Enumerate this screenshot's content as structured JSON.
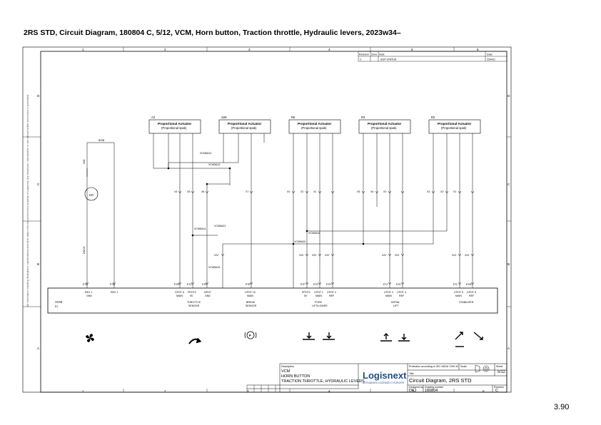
{
  "page": {
    "title": "2RS STD, Circuit Diagram, 180804 C, 5/12, VCM, Horn button, Traction throttle, Hydraulic levers, 2023w34–",
    "page_number": "3.90"
  },
  "frame": {
    "columns_top": [
      "1",
      "2",
      "3",
      "4",
      "5",
      "6"
    ],
    "columns_bottom": [
      "1",
      "2",
      "3",
      "4",
      "5",
      "6"
    ],
    "rows": [
      "D",
      "C",
      "B",
      "A"
    ]
  },
  "revision_table": {
    "headers": [
      "Revision",
      "Zone",
      "Note",
      "Date"
    ],
    "row": [
      "C",
      "",
      "SOP STATUS",
      "230421"
    ]
  },
  "actuators": [
    {
      "ref": "A2",
      "title": "Proportional Actuator",
      "subtitle": "(Proportional spak)"
    },
    {
      "ref": "S28",
      "title": "Proportional Actuator",
      "subtitle": "(Proportional spak)"
    },
    {
      "ref": "R6",
      "title": "Proportional Actuator",
      "subtitle": "(Proportional spak)"
    },
    {
      "ref": "R3",
      "title": "Proportional Actuator",
      "subtitle": "(Proportional spak)"
    },
    {
      "ref": "R2",
      "title": "Proportional Actuator",
      "subtitle": "(Proportional spak)"
    }
  ],
  "nets": {
    "vcm_a": "VCM5A12",
    "vcm_b": "VCM5A13",
    "vcm_c": "VCM5A14",
    "vcm_d": "VCM5A15",
    "vcm_e": "VCM5A16",
    "vcm_f": "VCM5A20",
    "vcm_g": "VCM5A21",
    "vcm_h": "VCM5A22",
    "wire_top": "B/SB"
  },
  "horn": {
    "label": "H0",
    "switch": "S28",
    "wire": "B/SB",
    "lower": "DN/V1"
  },
  "connectors": {
    "x_labels": [
      "X4",
      "X5",
      "X6",
      "X7",
      "X3",
      "X2",
      "X1",
      "X5",
      "X4",
      "X3",
      "X2",
      "X1",
      "X3",
      "X2",
      "X1"
    ],
    "x22_labels": [
      "X22",
      "X22",
      "X22",
      "X22",
      "X22",
      "X22",
      "X22",
      "X22",
      "X22"
    ]
  },
  "vcm": {
    "name": "VCM",
    "sub": "E1",
    "pins": [
      {
        "id": "E7A",
        "name": "REV 1",
        "func": "GND"
      },
      {
        "id": "E7A",
        "name": "REV 1",
        "func": ""
      },
      {
        "id": "E7B",
        "name": "CPOT 5",
        "func": "MAIN"
      },
      {
        "id": "E7C",
        "name": "PPOT2",
        "func": "5V"
      },
      {
        "id": "E7D",
        "name": "NPOT",
        "func": "GND"
      },
      {
        "id": "E7E",
        "name": "CPOT 10",
        "func": "MAIN"
      },
      {
        "id": "E7F",
        "name": "PPOT2",
        "func": "5V"
      },
      {
        "id": "E7G",
        "name": "CPOT 1",
        "func": "MAIN"
      },
      {
        "id": "E7H",
        "name": "CPOT 2",
        "func": "REF"
      },
      {
        "id": "E7J",
        "name": "CPOT 3",
        "func": "MAIN"
      },
      {
        "id": "E7K",
        "name": "CPOT 4",
        "func": "REF"
      },
      {
        "id": "E7L",
        "name": "CPOT 5",
        "func": "MAIN"
      },
      {
        "id": "E7M",
        "name": "CPOT 6",
        "func": "REF"
      }
    ],
    "groups": [
      {
        "line1": "THROTTLE",
        "line2": "SENSOR"
      },
      {
        "line1": "BREAK",
        "line2": "SENSOR"
      },
      {
        "line1": "FORK",
        "line2": "LIFT/LOWER"
      },
      {
        "line1": "INITIAL",
        "line2": "LIFT"
      },
      {
        "line1": "STABILIZER",
        "line2": ""
      }
    ]
  },
  "side_note": "All information including illustrations, specifications and other data in this document is the property of Logisnext. Any disclosure, reproduction or use without written permission is prohibited.",
  "title_block": {
    "desc_label": "Description",
    "description": [
      "VCM",
      "HORN BUTTON",
      "TRACTION THROTTLE, HYDRAULIC LEVERS"
    ],
    "company": "Logisnext",
    "company_tag": "MITSUBISHI LOGISNEXT EUROPE",
    "protection_note": "Protection according to ISO 16016 / DIN 34",
    "title_label": "Title",
    "title": "Circuit Diagram, 2RS STD",
    "scale_label": "Scale",
    "sheet_label": "Sheet",
    "sheet": "5/12",
    "designer_label": "Designed by",
    "designer": "DKJ",
    "drawing_label": "Drawing number",
    "drawing_number": "180804",
    "revision_label": "Revision",
    "revision": "C"
  },
  "icons": [
    "fan-icon",
    "throttle-arc-icon",
    "parking-brake-icon",
    "fork-lift-lower-icon",
    "initial-lift-icon",
    "stabilizer-icon"
  ]
}
